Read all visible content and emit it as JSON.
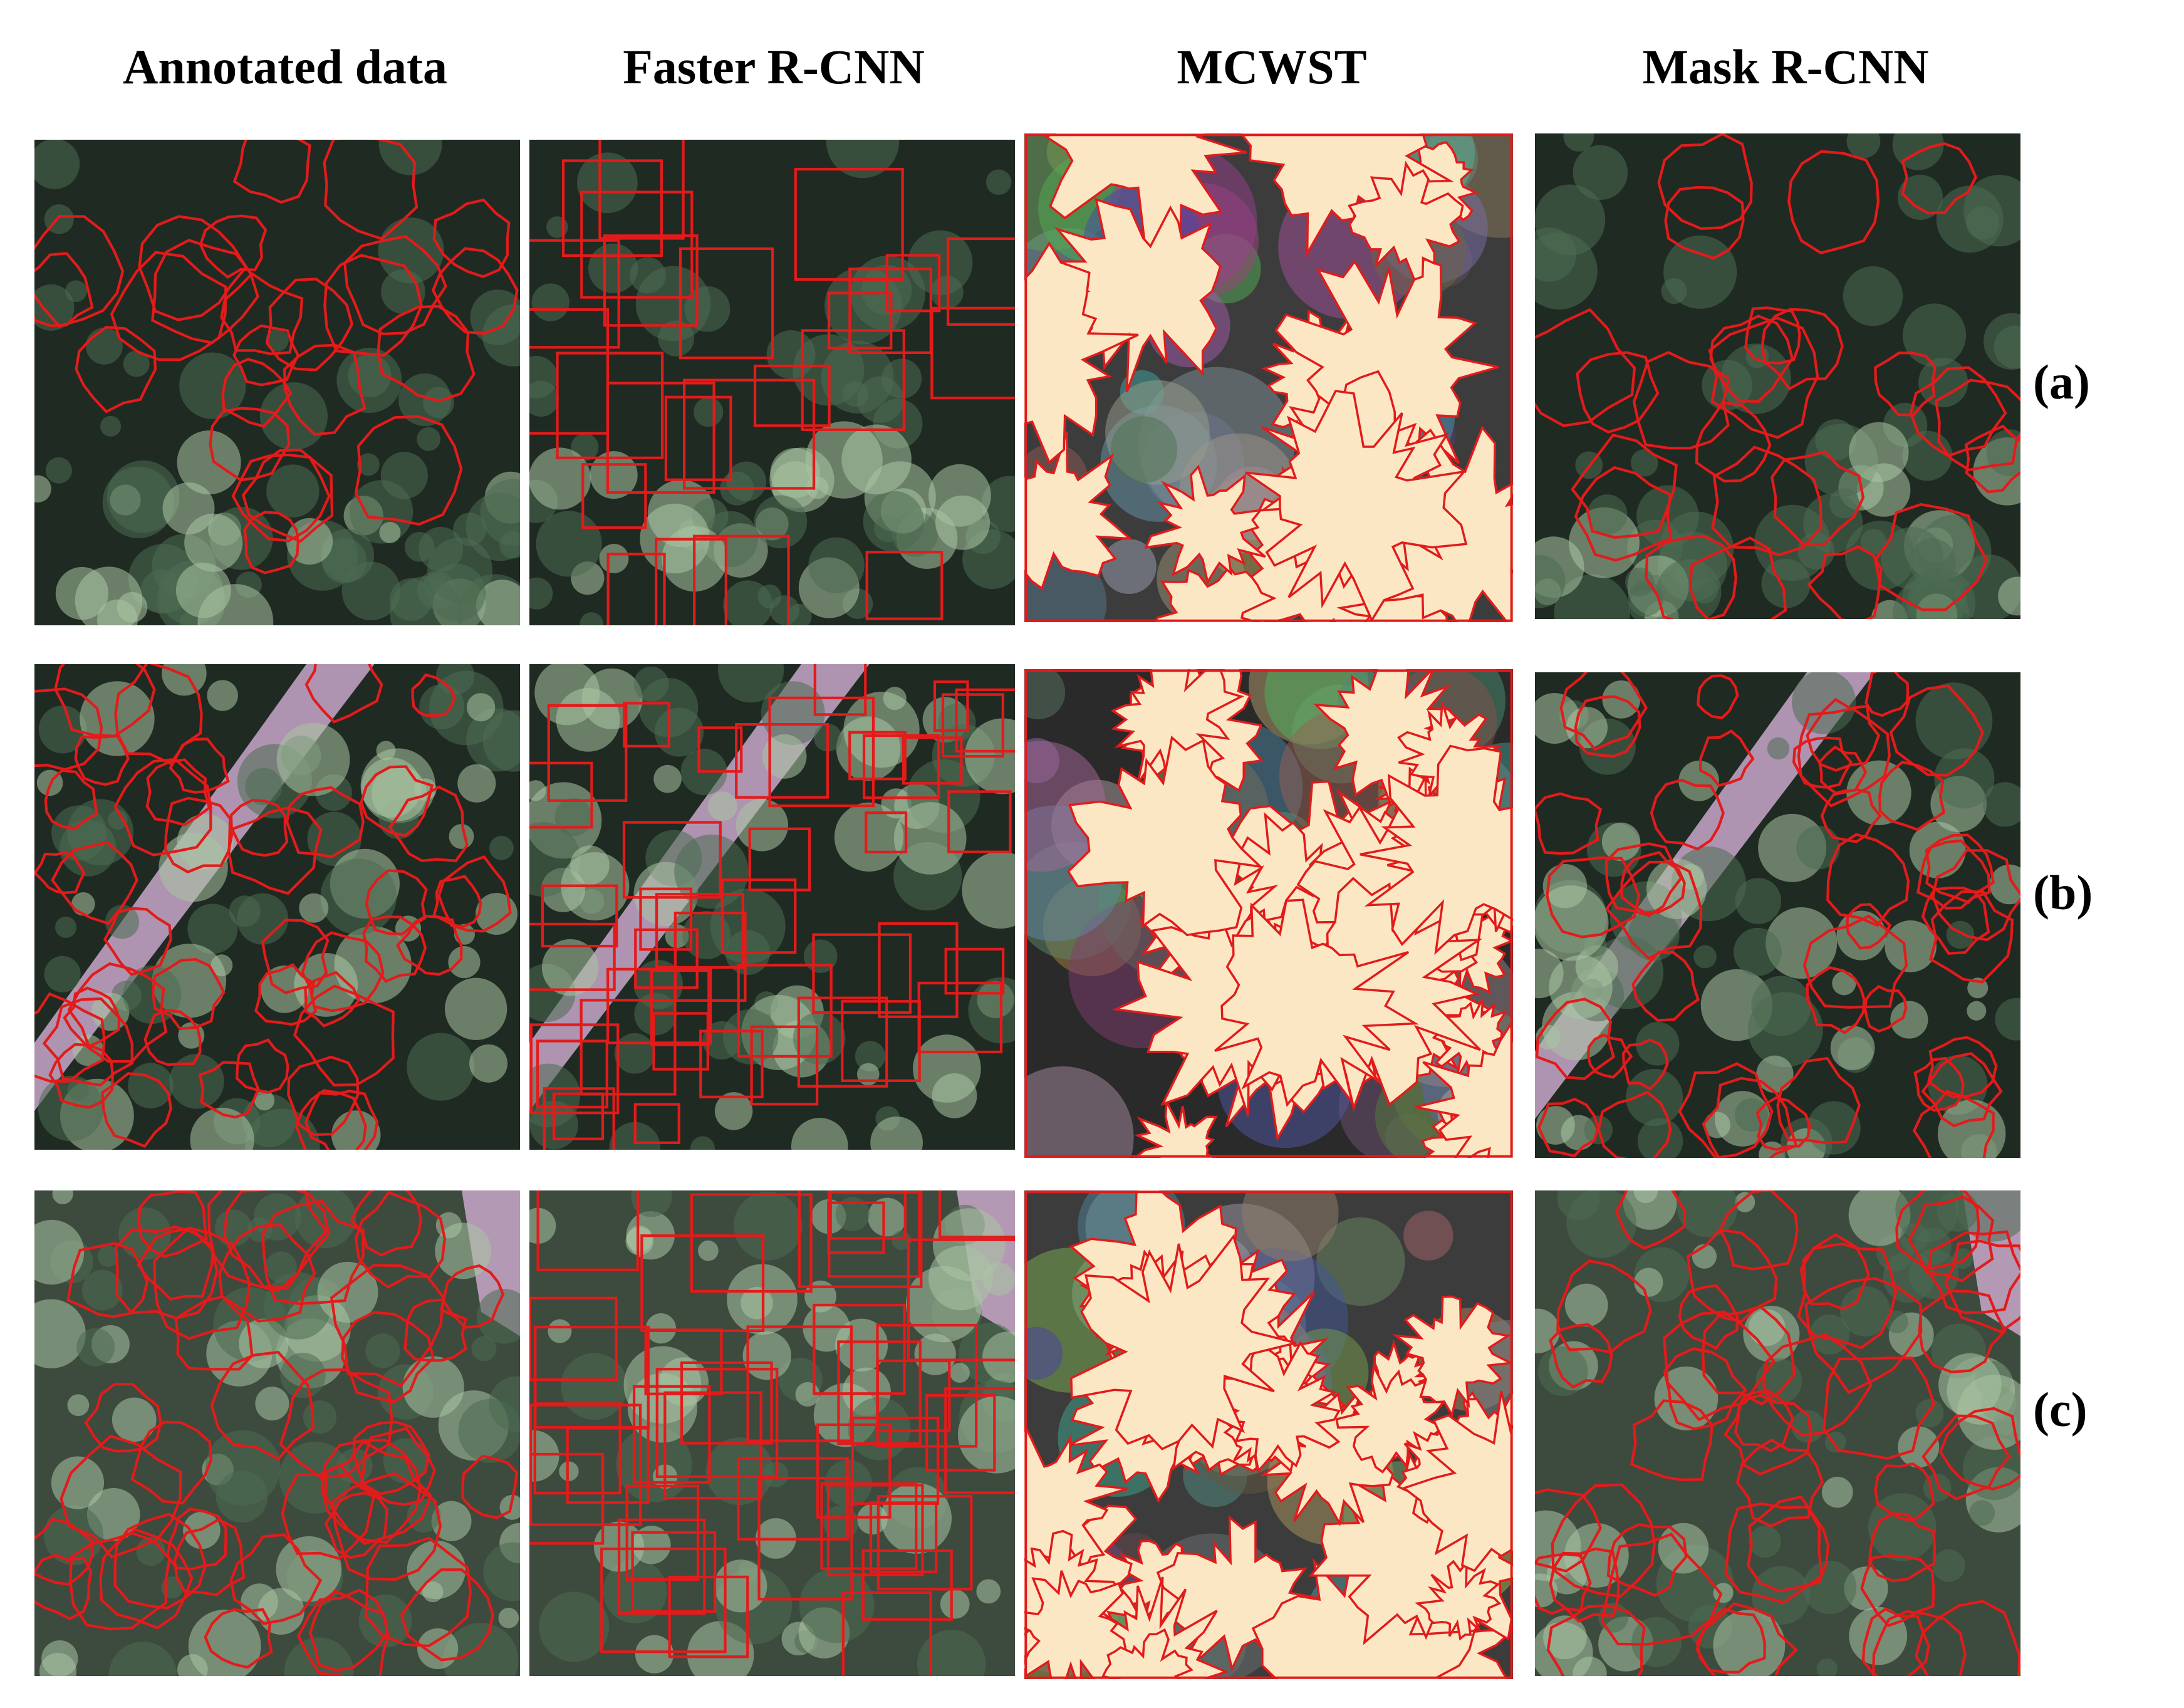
{
  "figure": {
    "columns": [
      {
        "title": "Annotated data",
        "style": "polygons-on-aerial"
      },
      {
        "title": "Faster R-CNN",
        "style": "boxes-on-aerial"
      },
      {
        "title": "MCWST",
        "style": "segments-on-grayscale"
      },
      {
        "title": "Mask R-CNN",
        "style": "polygons-on-aerial"
      }
    ],
    "rows": [
      {
        "label": "(a)",
        "scene": "dark-canopy-with-light-crowns-bottom"
      },
      {
        "label": "(b)",
        "scene": "forest-with-diagonal-road"
      },
      {
        "label": "(c)",
        "scene": "dense-canopy-with-road-top-right"
      }
    ]
  },
  "colors": {
    "outline": "#e21b1b",
    "segment_fill": "#fbe7c4",
    "canopy_dark": "#1f2a22",
    "canopy_mid": "#4d6b52",
    "canopy_light": "#a9c4a2",
    "road": "#c8a7c9"
  }
}
